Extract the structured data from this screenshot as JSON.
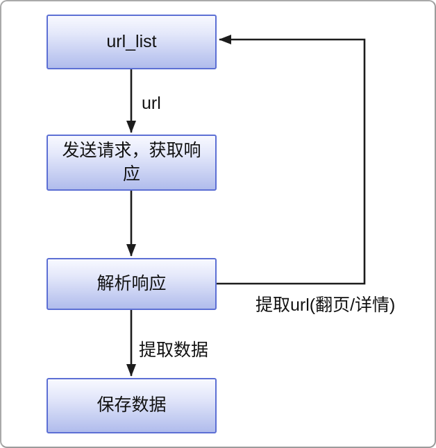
{
  "diagram": {
    "title_hint": "web-crawler flow diagram",
    "nodes": {
      "url_list": {
        "label": "url_list"
      },
      "send_request": {
        "label": "发送请求，获取响应"
      },
      "parse_response": {
        "label": "解析响应"
      },
      "save_data": {
        "label": "保存数据"
      }
    },
    "edge_labels": {
      "url": "url",
      "extract_data": "提取数据",
      "extract_url": "提取url(翻页/详情)"
    },
    "colors": {
      "node_border": "#5c6fd4",
      "node_fill_top": "#f8f9ff",
      "node_fill_bottom": "#b0bcec",
      "line": "#1c1c1c",
      "text": "#111111",
      "frame_border": "#a9a9a9",
      "background": "#ffffff"
    }
  }
}
